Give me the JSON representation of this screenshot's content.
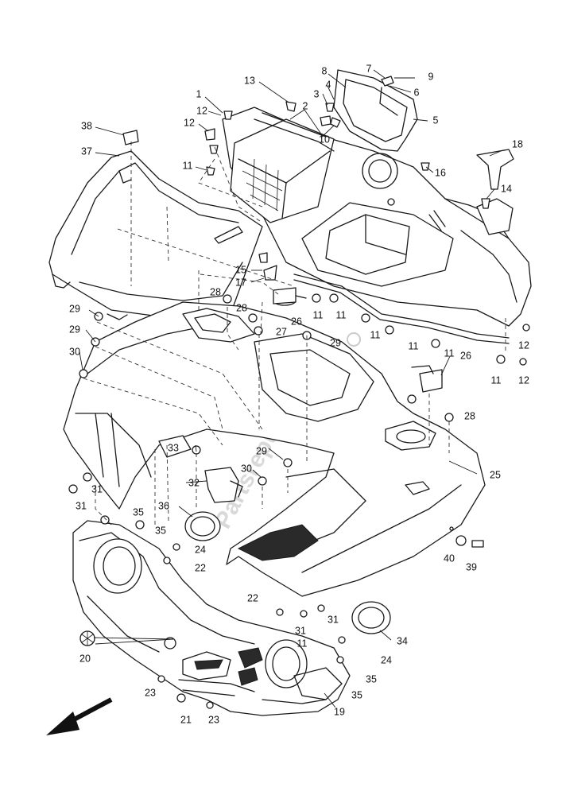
{
  "watermark": "Partsrepublik",
  "callouts": [
    "1",
    "2",
    "3",
    "4",
    "5",
    "6",
    "7",
    "8",
    "9",
    "10",
    "11",
    "12",
    "12",
    "12",
    "12",
    "13",
    "14",
    "15",
    "16",
    "17",
    "18",
    "19",
    "20",
    "21",
    "22",
    "22",
    "23",
    "23",
    "24",
    "24",
    "25",
    "26",
    "26",
    "27",
    "28",
    "28",
    "28",
    "29",
    "29",
    "29",
    "29",
    "30",
    "30",
    "31",
    "31",
    "31",
    "31",
    "32",
    "33",
    "34",
    "35",
    "35",
    "35",
    "35",
    "36",
    "37",
    "38",
    "39",
    "40",
    "11",
    "11",
    "11",
    "11",
    "11",
    "11",
    "11"
  ],
  "direction_arrow": "front-arrow-icon"
}
